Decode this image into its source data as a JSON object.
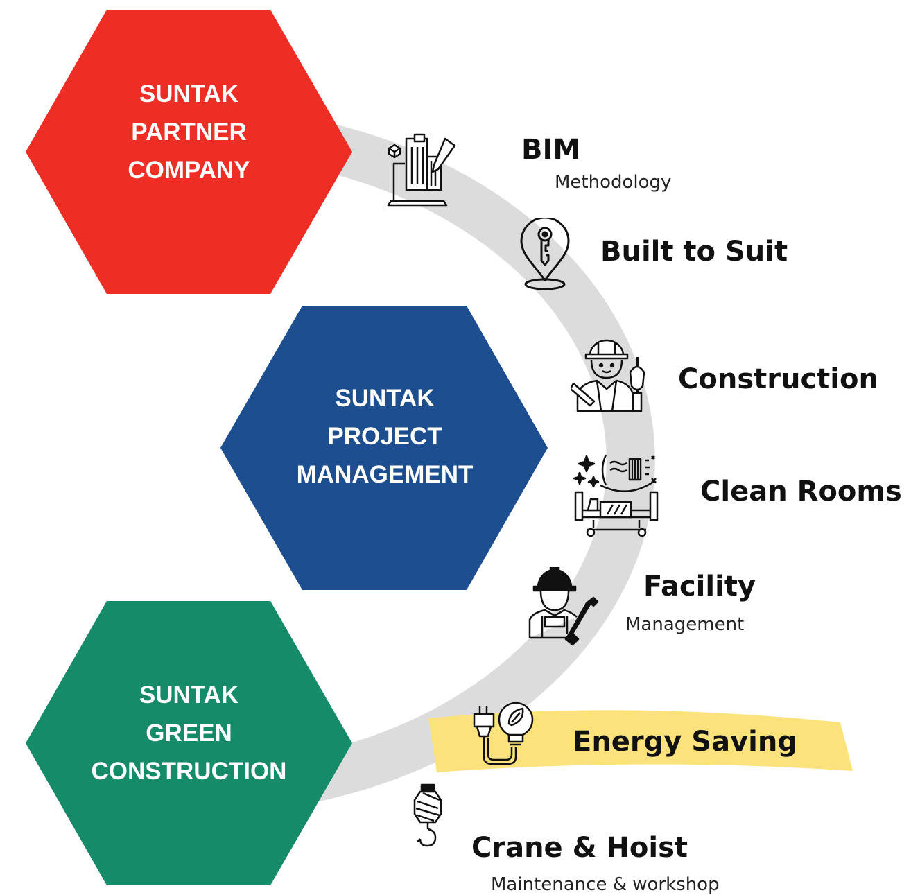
{
  "colors": {
    "partner": "#EE2D24",
    "project": "#1D4E8F",
    "green": "#168B6A",
    "ring": "#DCDCDC",
    "highlight": "#FBE27C"
  },
  "hexagons": {
    "partner": {
      "lines": [
        "SUNTAK",
        "PARTNER",
        "COMPANY"
      ]
    },
    "project": {
      "lines": [
        "SUNTAK",
        "PROJECT",
        "MANAGEMENT"
      ]
    },
    "green": {
      "lines": [
        "SUNTAK",
        "GREEN",
        "CONSTRUCTION"
      ]
    }
  },
  "services": {
    "bim": {
      "title": "BIM",
      "subtitle": "Methodology",
      "icon": "building-design-icon"
    },
    "built": {
      "title": "Built to Suit",
      "icon": "location-key-icon"
    },
    "construction": {
      "title": "Construction",
      "icon": "construction-worker-icon"
    },
    "clean": {
      "title": "Clean Rooms",
      "icon": "clean-room-icon"
    },
    "facility": {
      "title": "Facility",
      "subtitle": "Management",
      "icon": "maintenance-worker-icon"
    },
    "energy": {
      "title": "Energy Saving",
      "icon": "eco-plug-icon"
    },
    "crane": {
      "title": "Crane & Hoist",
      "subtitle": "Maintenance & workshop",
      "icon": "crane-hook-icon"
    }
  }
}
